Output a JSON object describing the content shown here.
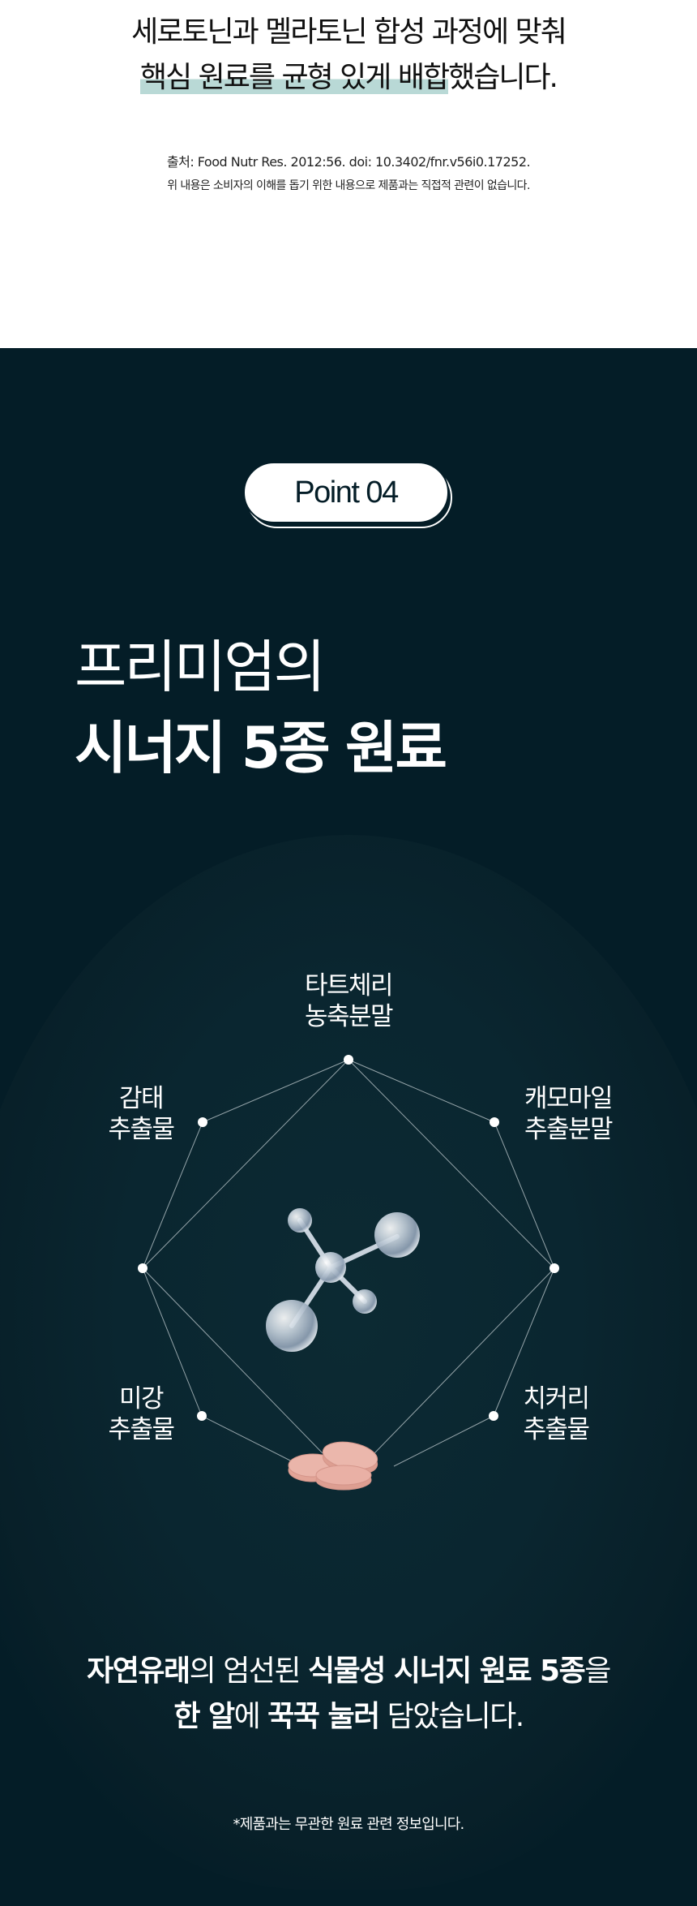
{
  "intro": {
    "heading_line1": "세로토닌과 멜라토닌 합성 과정에 맞춰",
    "heading_line2_highlight": "핵심 원료를 균형 있게 배합",
    "heading_line2_rest": "했습니다.",
    "source": "출처: Food Nutr Res. 2012:56. doi: 10.3402/fnr.v56i0.17252.",
    "disclaimer": "위 내용은 소비자의 이해를 돕기 위한 내용으로 제품과는 직접적 관련이 없습니다.",
    "highlight_color": "#b9d9d6"
  },
  "point": {
    "badge_label": "Point 04",
    "title_line1": "프리미엄의",
    "title_line2": "시너지 5종 원료",
    "background_color": "#041d27"
  },
  "ingredients": [
    {
      "line1": "타트체리",
      "line2": "농축분말",
      "position": "top"
    },
    {
      "line1": "캐모마일",
      "line2": "추출분말",
      "position": "upper-right"
    },
    {
      "line1": "치커리",
      "line2": "추출물",
      "position": "lower-right"
    },
    {
      "line1": "미강",
      "line2": "추출물",
      "position": "lower-left"
    },
    {
      "line1": "감태",
      "line2": "추출물",
      "position": "upper-left"
    }
  ],
  "summary": {
    "l1_b1": "자연유래",
    "l1_t1": "의 엄선된 ",
    "l1_b2": "식물성 시너지 원료 5종",
    "l1_t2": "을",
    "l2_b1": "한 알",
    "l2_t1": "에 ",
    "l2_b2": "꾹꾹 눌러",
    "l2_t2": " 담았습니다."
  },
  "footnote": "*제품과는 무관한 원료 관련 정보입니다."
}
